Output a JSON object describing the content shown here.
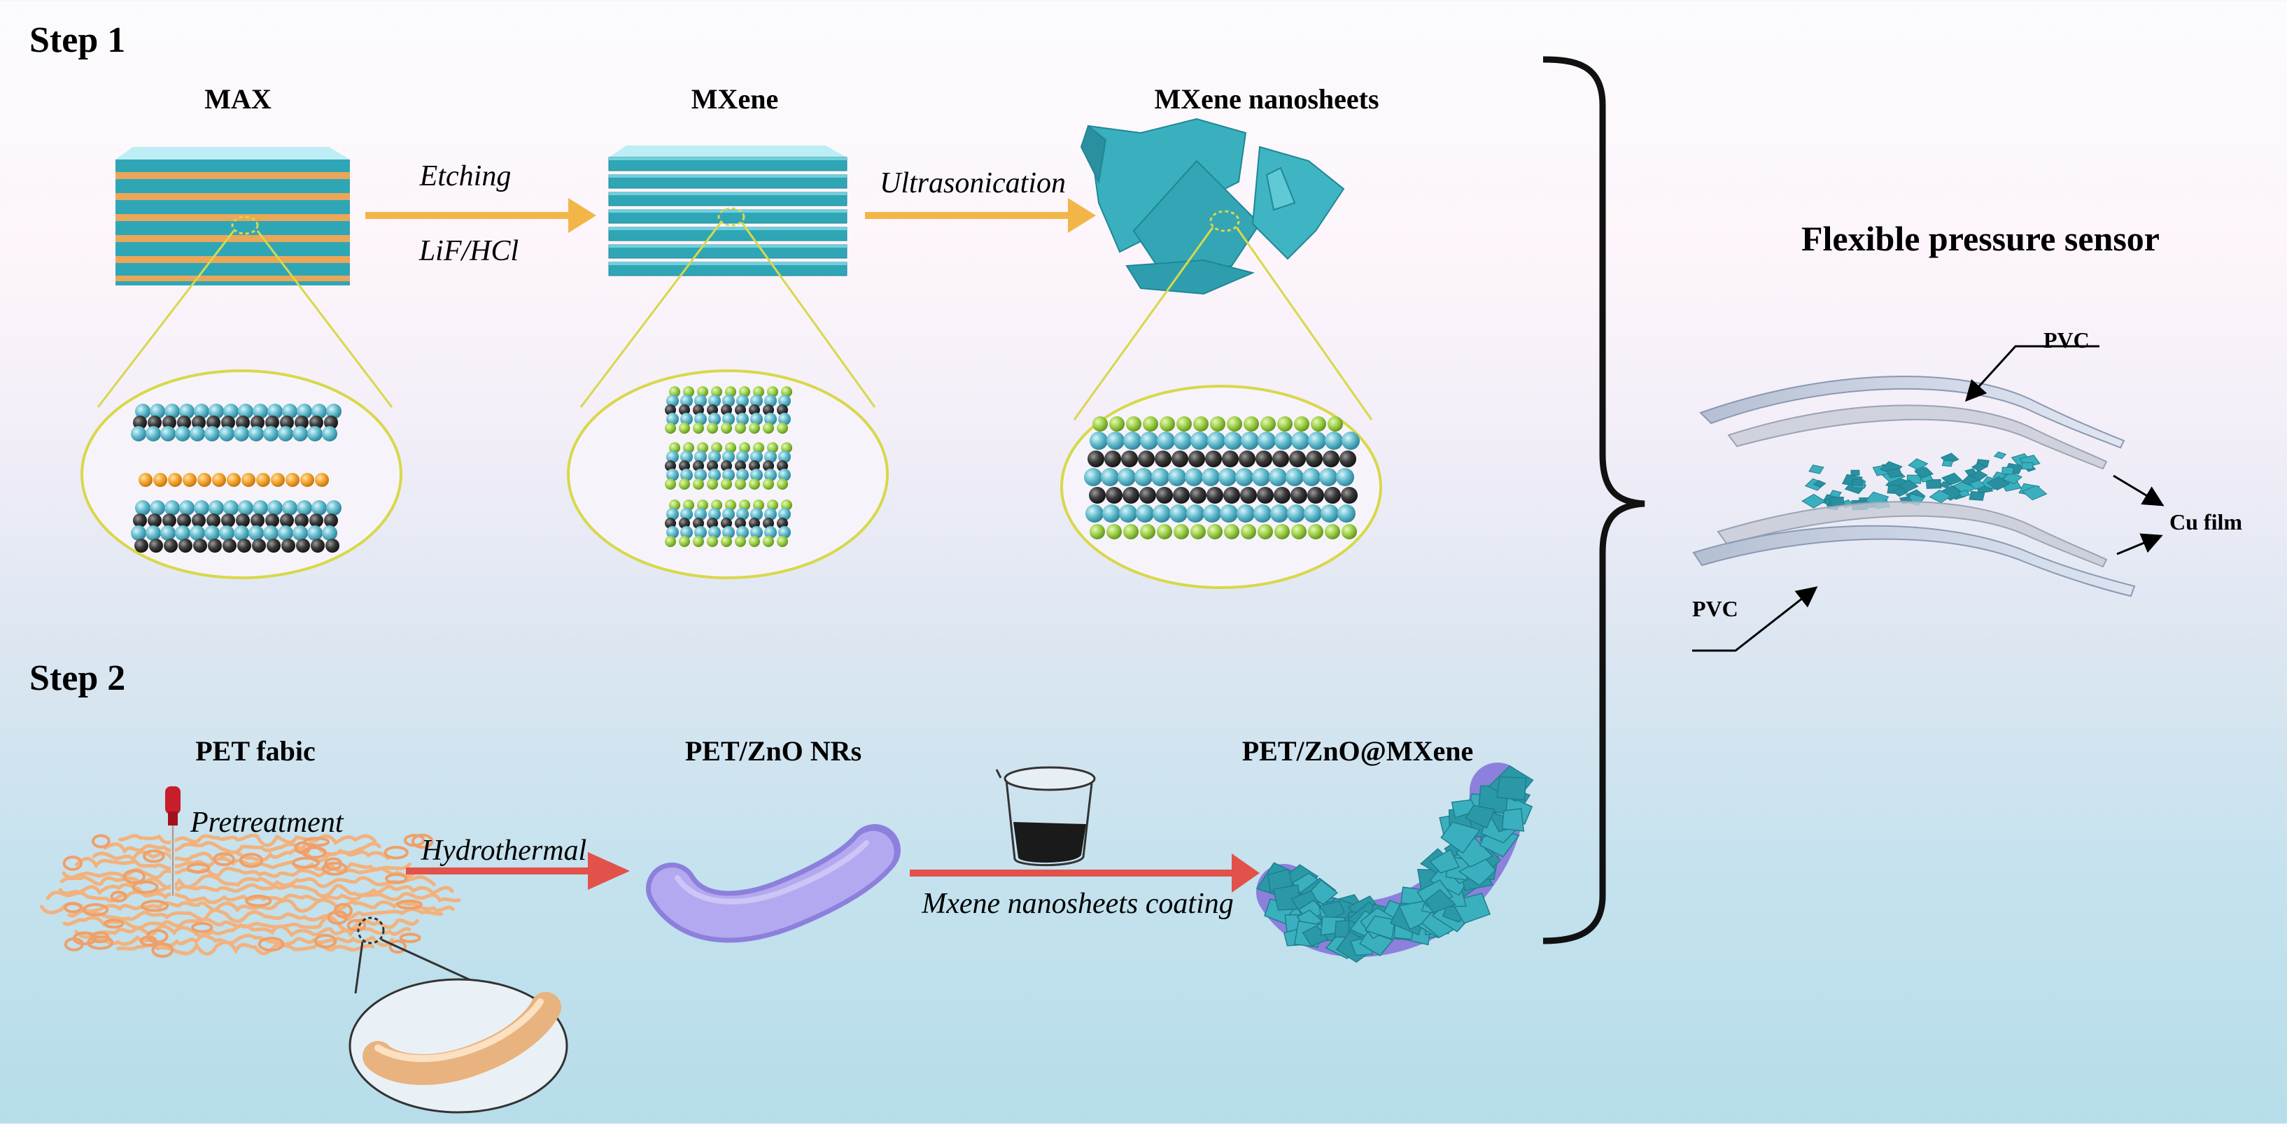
{
  "step1": {
    "heading": "Step 1",
    "max_label": "MAX",
    "mxene_label": "MXene",
    "nanosheets_label": "MXene nanosheets",
    "etching_label": "Etching",
    "lif_label": "LiF/HCl",
    "ultrasonication_label": "Ultrasonication"
  },
  "step2": {
    "heading": "Step 2",
    "pet_label": "PET fabic",
    "pretreatment_label": "Pretreatment",
    "hydrothermal_label": "Hydrothermal",
    "zno_label": "PET/ZnO NRs",
    "coating_label": "Mxene nanosheets coating",
    "final_label": "PET/ZnO@MXene"
  },
  "sensor": {
    "title": "Flexible pressure sensor",
    "pvc_top_label": "PVC",
    "pvc_bottom_label": "PVC",
    "cu_label": "Cu film"
  },
  "colors": {
    "teal": "#3ab0bf",
    "teal_dark": "#1f8795",
    "orange_layer": "#e8a55a",
    "yellow_arrow": "#f2b648",
    "red_arrow": "#e2524a",
    "zoom_outline": "#d8d84a",
    "fabric": "#f2b27e",
    "zno_purple": "#9a8fe0"
  }
}
